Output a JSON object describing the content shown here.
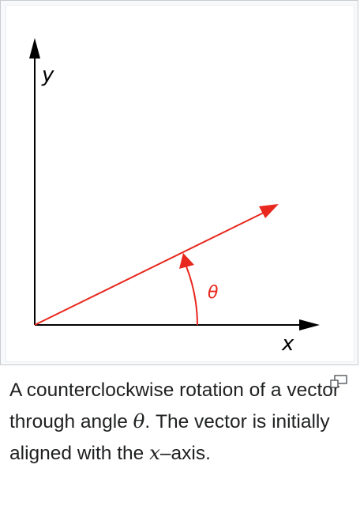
{
  "diagram": {
    "y_axis_label": "y",
    "x_axis_label": "x",
    "angle_label": "θ",
    "colors": {
      "axes": "#000000",
      "vector": "#e8281e",
      "background": "#ffffff",
      "frame_border": "#c8ccd1"
    }
  },
  "caption": {
    "part1": "A counterclockwise rotation of a vector through angle ",
    "theta": "θ",
    "part2": ". The vector is initially aligned with the ",
    "x": "x",
    "part3": "–axis."
  },
  "magnify_icon": "magnify-clip-icon"
}
